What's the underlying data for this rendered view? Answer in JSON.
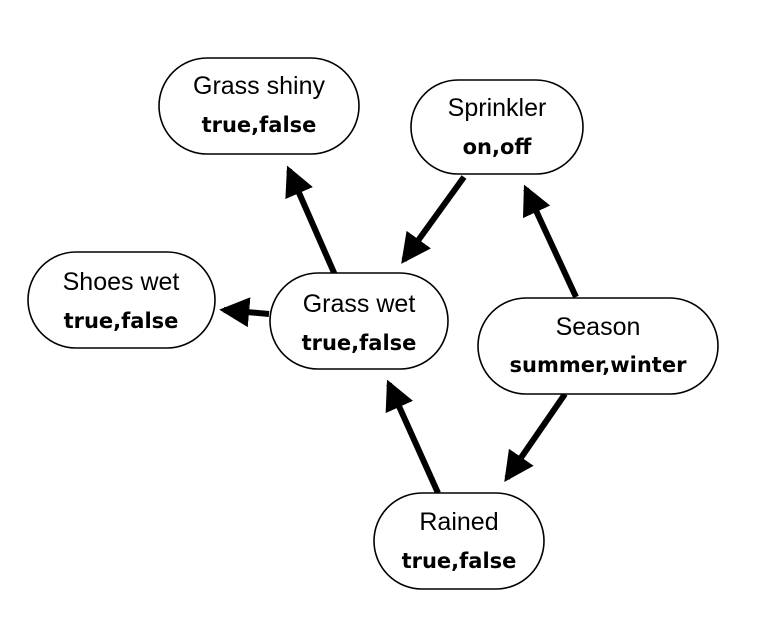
{
  "diagram": {
    "nodes": {
      "grass_shiny": {
        "name": "Grass shiny",
        "states": "true,false"
      },
      "sprinkler": {
        "name": "Sprinkler",
        "states": "on,off"
      },
      "shoes_wet": {
        "name": "Shoes wet",
        "states": "true,false"
      },
      "grass_wet": {
        "name": "Grass wet",
        "states": "true,false"
      },
      "season": {
        "name": "Season",
        "states": "summer,winter"
      },
      "rained": {
        "name": "Rained",
        "states": "true,false"
      }
    },
    "edges": [
      {
        "from": "grass_wet",
        "to": "grass_shiny"
      },
      {
        "from": "sprinkler",
        "to": "grass_wet"
      },
      {
        "from": "grass_wet",
        "to": "shoes_wet"
      },
      {
        "from": "season",
        "to": "sprinkler"
      },
      {
        "from": "season",
        "to": "rained"
      },
      {
        "from": "rained",
        "to": "grass_wet"
      }
    ]
  }
}
